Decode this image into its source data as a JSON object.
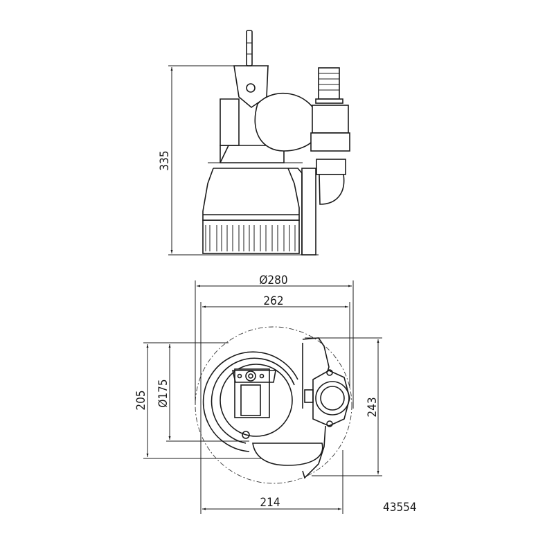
{
  "drawing": {
    "side_view": {
      "height_label": "335"
    },
    "bottom_view": {
      "diameter_outer_label": "Ø280",
      "width_label": "262",
      "base_width_label": "214",
      "depth_label": "205",
      "diameter_inner_label": "Ø175",
      "length_label": "243"
    },
    "drawing_number": "43554"
  }
}
